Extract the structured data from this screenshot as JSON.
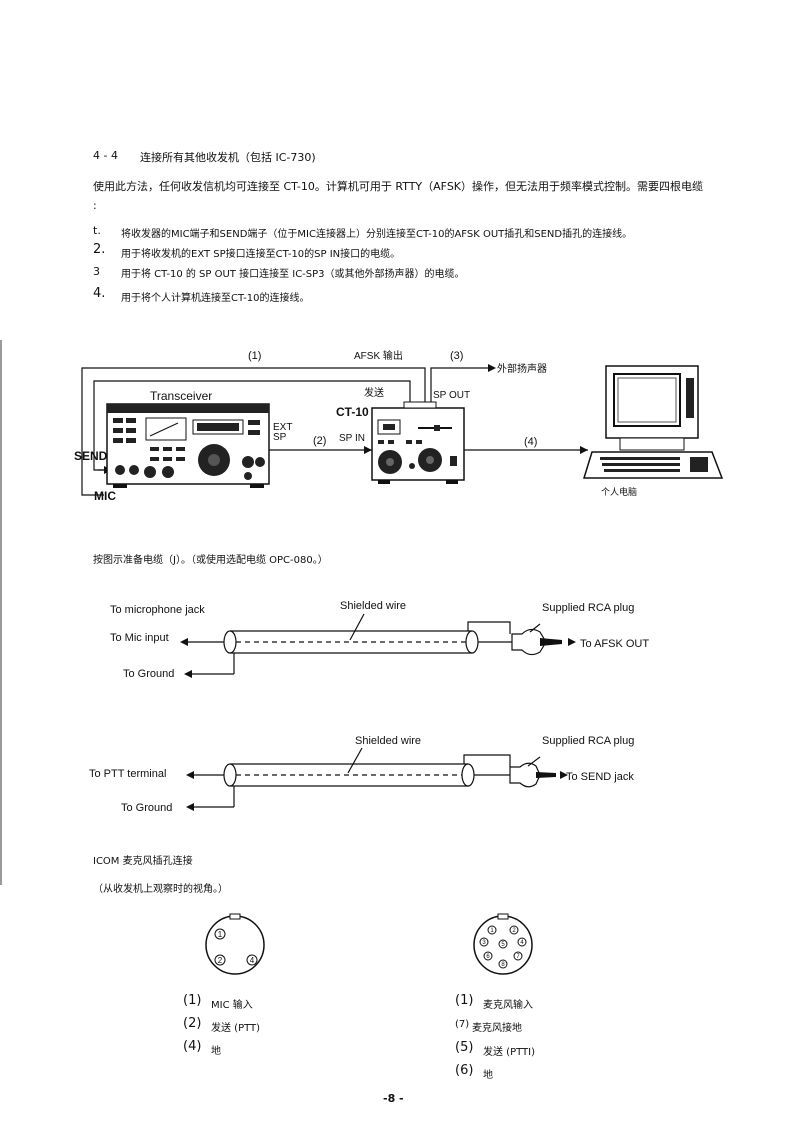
{
  "section": {
    "number": "4 - 4",
    "title": "连接所有其他收发机（包括 IC-730)"
  },
  "intro": {
    "line1": "使用此方法，任何收发信机均可连接至 CT-10。计算机可用于 RTTY（AFSK）操作，但无法用于频率模式控制。需要四根电缆",
    "line2": ":"
  },
  "items": [
    {
      "num": "t.",
      "text": "将收发器的MIC端子和SEND端子（位于MIC连接器上）分别连接至CT-10的AFSK OUT插孔和SEND插孔的连接线。"
    },
    {
      "num": "2.",
      "text": "用于将收发机的EXT SP接口连接至CT-10的SP IN接口的电缆。"
    },
    {
      "num": "3",
      "text": "用于将 CT-10 的 SP OUT 接口连接至 IC-SP3（或其他外部扬声器）的电缆。"
    },
    {
      "num": "4.",
      "text": "用于将个人计算机连接至CT-10的连接线。"
    }
  ],
  "diagram1": {
    "label_1": "(1)",
    "afsk_out": "AFSK 输出",
    "label_3": "(3)",
    "ext_speaker": "外部扬声器",
    "send_cn": "发送",
    "sp_out": "SP OUT",
    "transceiver": "Transceiver",
    "ct10": "CT-10",
    "ext": "EXT",
    "sp": "SP",
    "label_2": "(2)",
    "sp_in": "SP IN",
    "label_4": "(4)",
    "send": "SEND",
    "mic": "MIC",
    "pc": "个人电脑"
  },
  "cable_note": "按图示准备电缆（J）。（或使用选配电缆 OPC-080。）",
  "cable1": {
    "mic_jack": "To microphone jack",
    "shielded": "Shielded wire",
    "rca": "Supplied RCA plug",
    "mic_input": "To Mic input",
    "afsk": "To AFSK OUT",
    "ground": "To Ground"
  },
  "cable2": {
    "shielded": "Shielded wire",
    "rca": "Supplied RCA plug",
    "ptt": "To PTT terminal",
    "send_jack": "To SEND jack",
    "ground": "To Ground"
  },
  "icom": {
    "title": "ICOM 麦克风插孔连接",
    "subtitle": "（从收发机上观察时的视角。）"
  },
  "pins_left": [
    {
      "num": "(1)",
      "text": "MIC 输入"
    },
    {
      "num": "(2)",
      "text": "发送 (PTT)"
    },
    {
      "num": "(4)",
      "text": "地"
    }
  ],
  "pins_right": [
    {
      "num": "(1)",
      "text": "麦克风输入"
    },
    {
      "num": "(7)",
      "text": "麦克风接地"
    },
    {
      "num": "(5)",
      "text": "发送 (PTTI)"
    },
    {
      "num": "(6)",
      "text": "地"
    }
  ],
  "connector_left_pins": [
    "1",
    "2",
    "4"
  ],
  "connector_right_pins": [
    "1",
    "2",
    "3",
    "4",
    "5",
    "6",
    "7",
    "8"
  ],
  "page_number": "-8 -"
}
